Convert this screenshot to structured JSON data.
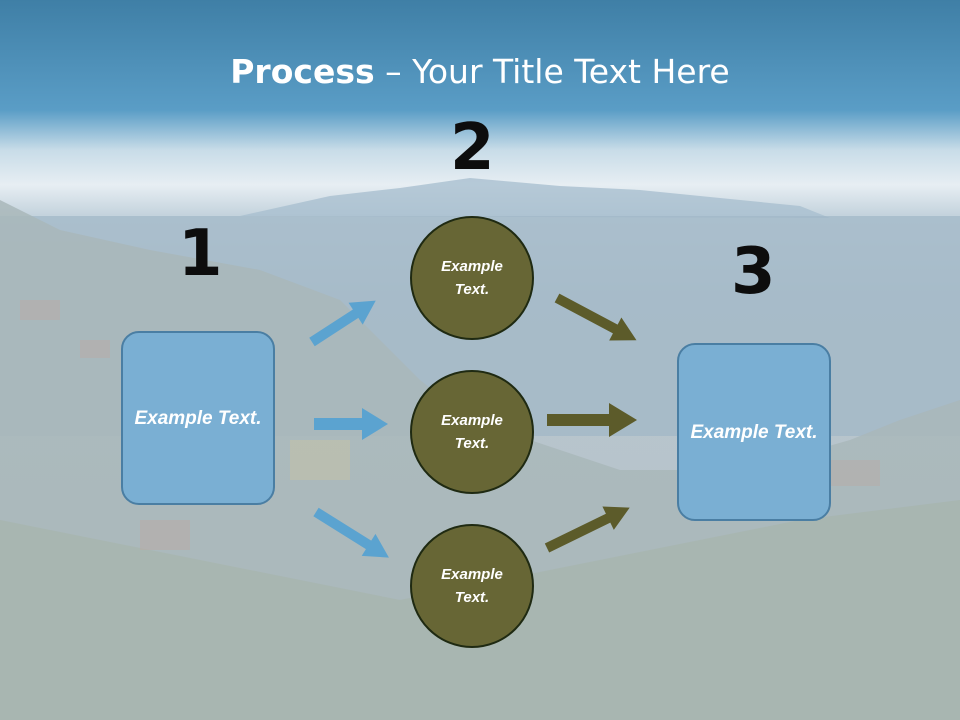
{
  "title": {
    "bold": "Process",
    "rest": " – Your Title Text Here"
  },
  "steps": {
    "one": "1",
    "two": "2",
    "three": "3"
  },
  "boxes": {
    "left": "Example Text.",
    "right": "Example Text."
  },
  "circles": {
    "top": "Example Text.",
    "middle": "Example Text.",
    "bottom": "Example Text."
  },
  "colors": {
    "box_fill": "#7aafd3",
    "circle_fill": "#676635",
    "blue_arrow": "#5ba3d0",
    "olive_arrow": "#5c5b2a"
  }
}
